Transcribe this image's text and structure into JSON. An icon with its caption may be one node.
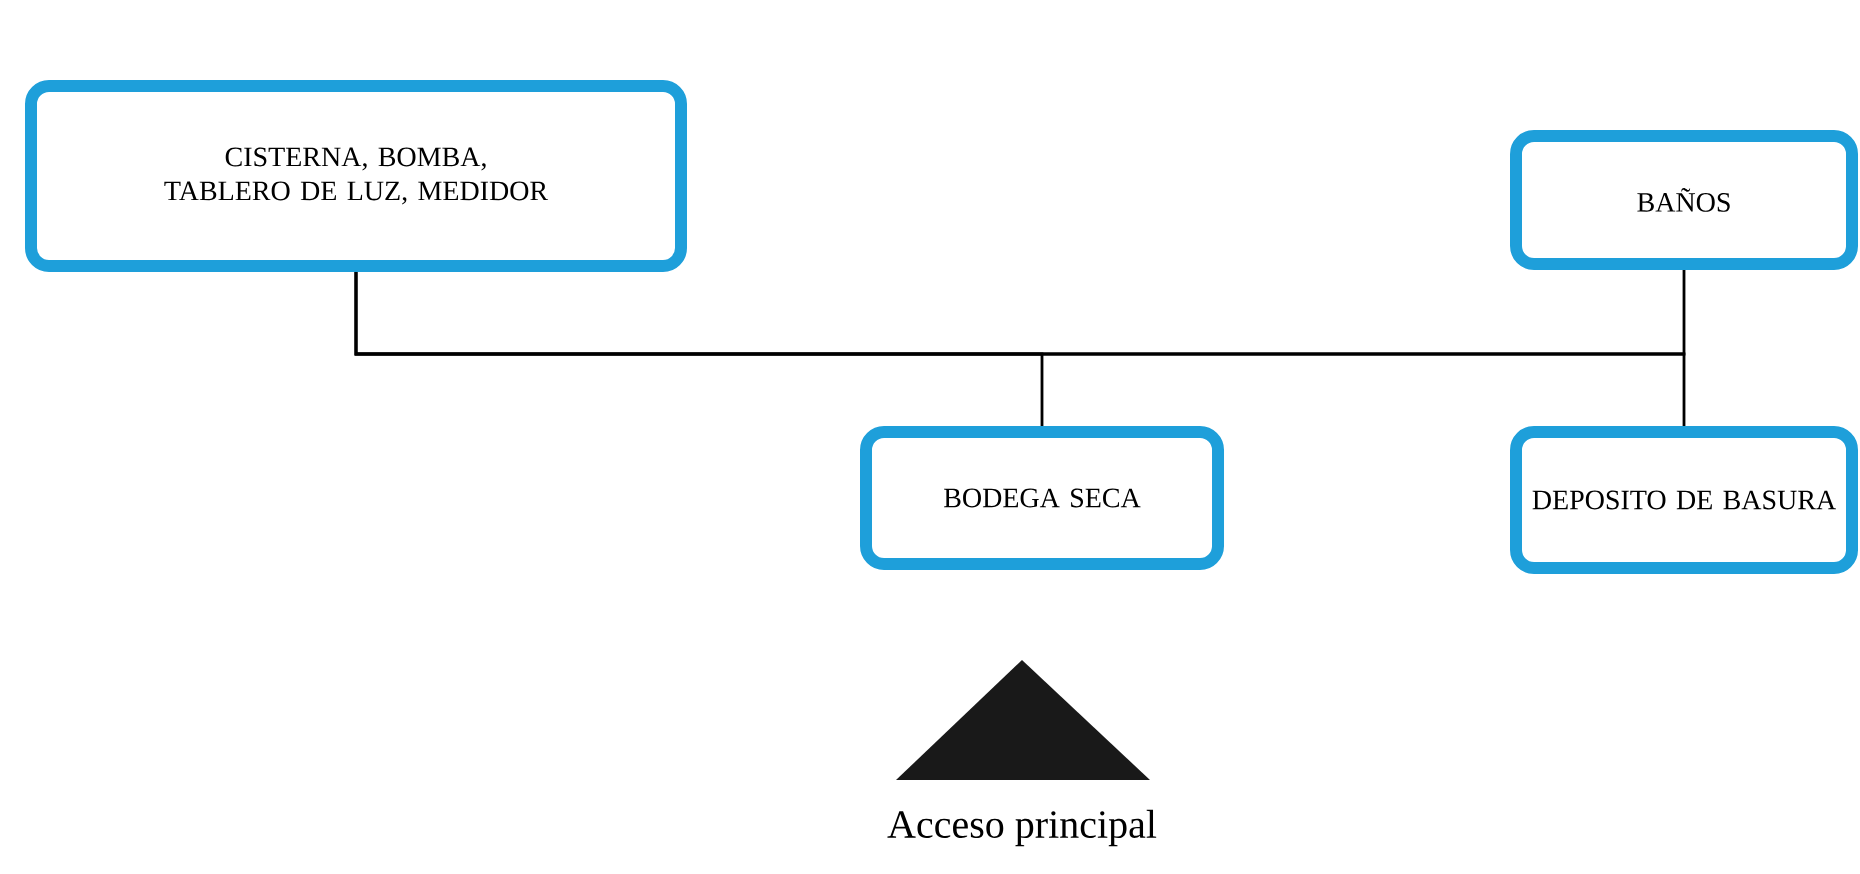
{
  "diagram": {
    "nodes": [
      {
        "text": [
          "CISTERNA, BOMBA, TABLERO DE LUZ, MEDIDOR"
        ]
      },
      {
        "text": [
          "BAÑOS"
        ]
      },
      {
        "text": [
          "BODEGA SECA"
        ]
      },
      {
        "text": [
          "DEPOSITO DE BASURA"
        ]
      },
      {
        "text": [],
        "shape": "triangle",
        "beside": [
          "Acceso principal"
        ]
      }
    ],
    "edges": [
      {
        "from": 0,
        "to": 2,
        "arrow": "none"
      },
      {
        "from": 0,
        "to": 1,
        "arrow": "none"
      },
      {
        "from": 0,
        "to": 3,
        "arrow": "none"
      }
    ]
  }
}
